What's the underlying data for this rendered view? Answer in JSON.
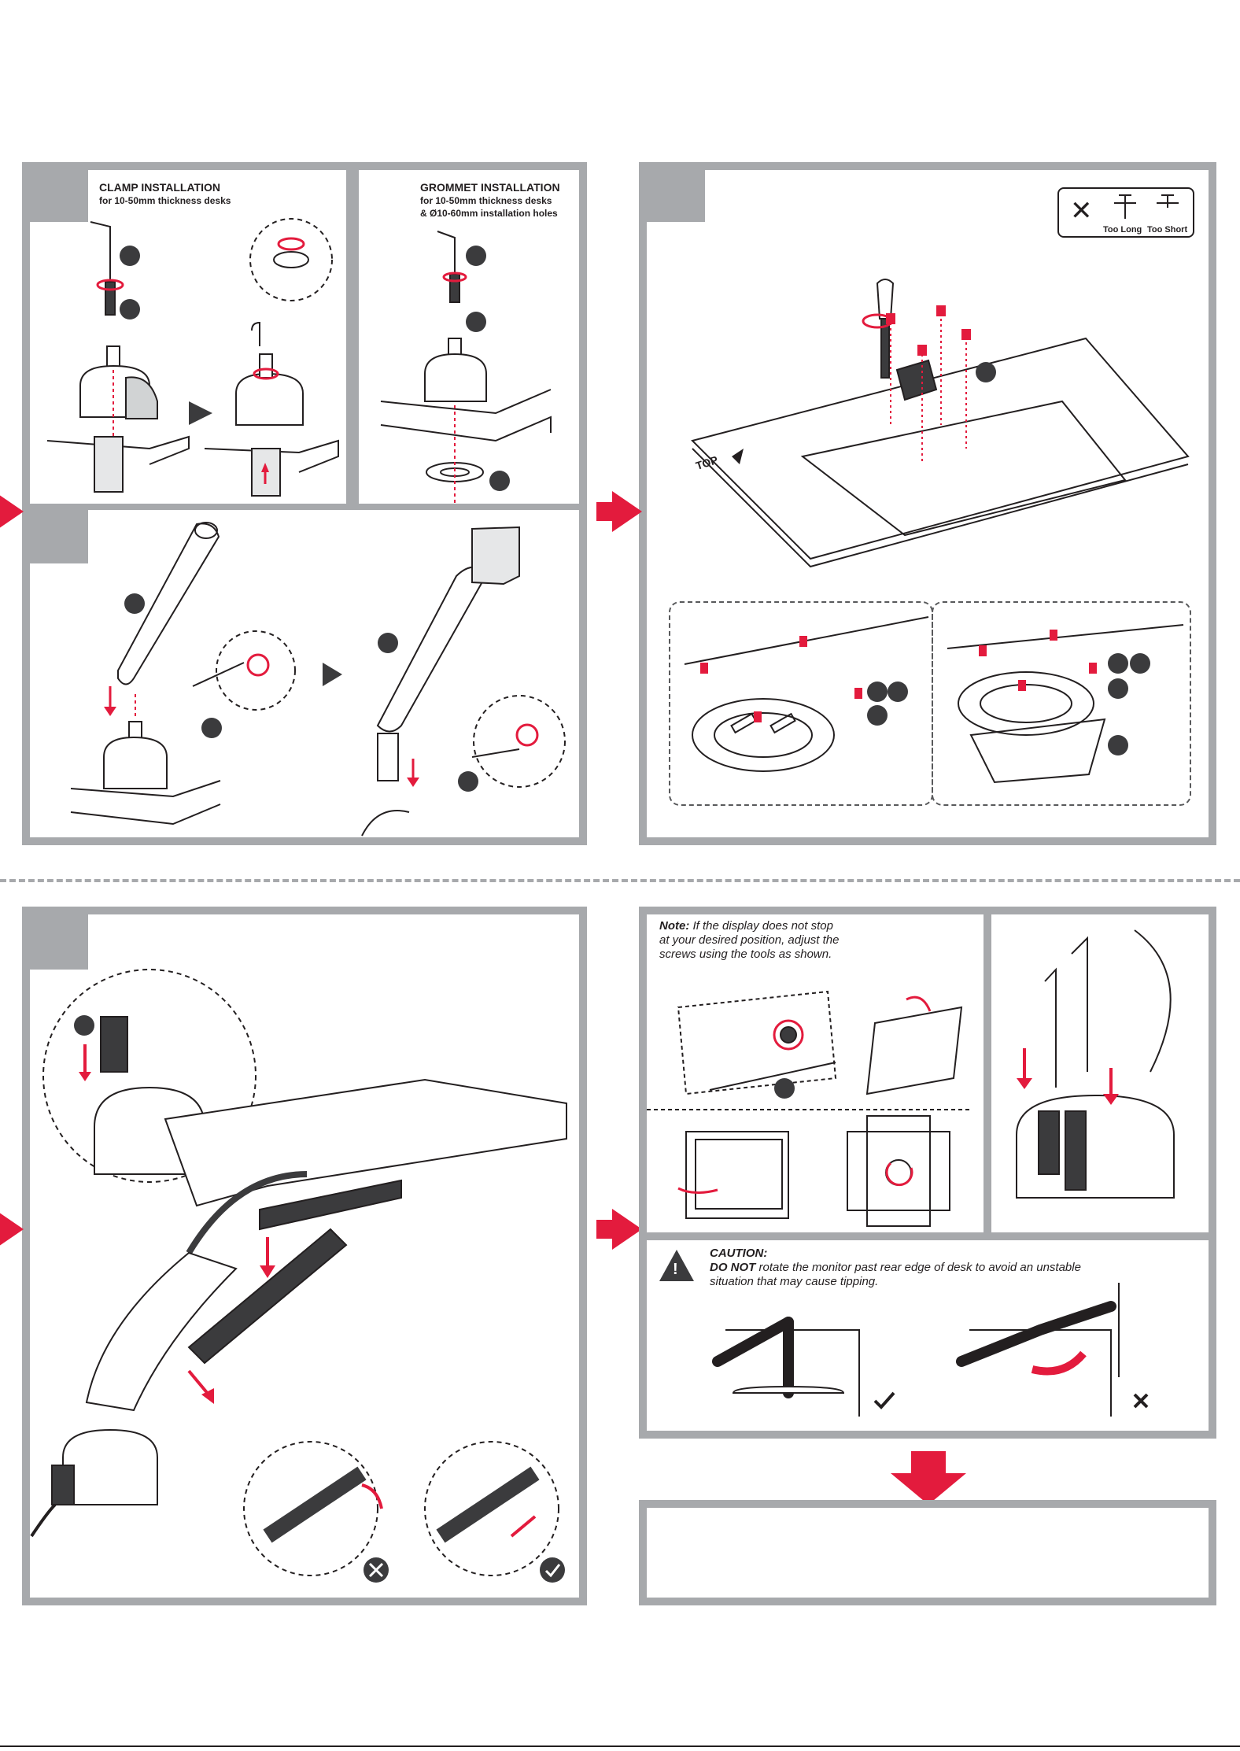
{
  "clamp_section": {
    "title": "CLAMP INSTALLATION",
    "subtitle": "for 10-50mm thickness desks"
  },
  "grommet_section": {
    "title": "GROMMET INSTALLATION",
    "subtitle_line1": "for 10-50mm thickness desks",
    "subtitle_line2": "& Ø10-60mm installation holes"
  },
  "screw_legend": {
    "too_long": "Too Long",
    "too_short": "Too Short"
  },
  "vesa_panel": {
    "top_label": "TOP"
  },
  "adjust_note": {
    "note_label": "Note:",
    "note_text": " If the display does not stop at your desired position, adjust the screws using the tools as shown."
  },
  "caution": {
    "label": "CAUTION:",
    "do_not": "DO NOT",
    "text": " rotate the monitor past rear edge of desk to avoid an unstable situation that may cause tipping."
  },
  "colors": {
    "accent": "#e31b3d",
    "frame": "#a7a9ac",
    "ink": "#231f20"
  }
}
